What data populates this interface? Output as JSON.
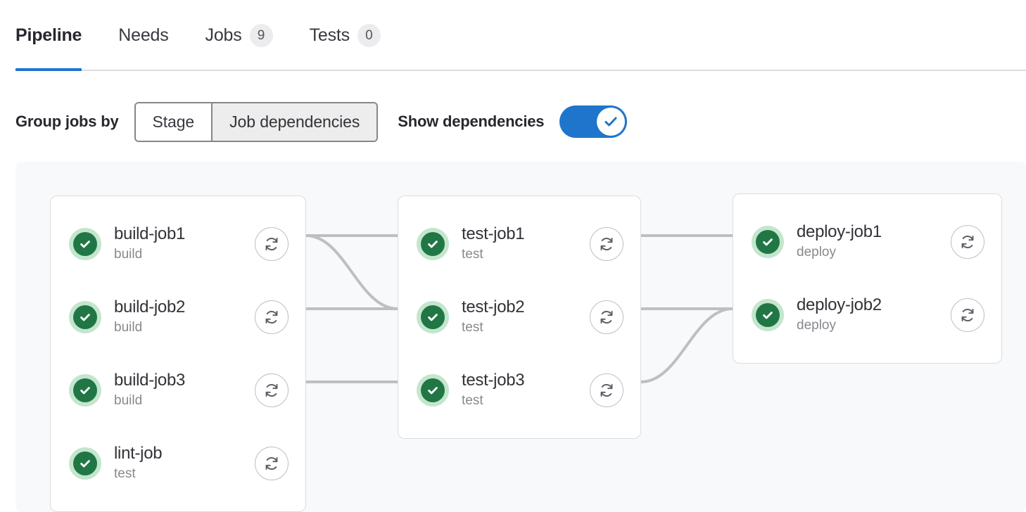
{
  "tabs": [
    {
      "label": "Pipeline",
      "badge": null,
      "active": true
    },
    {
      "label": "Needs",
      "badge": null,
      "active": false
    },
    {
      "label": "Jobs",
      "badge": "9",
      "active": false
    },
    {
      "label": "Tests",
      "badge": "0",
      "active": false
    }
  ],
  "controls": {
    "group_label": "Group jobs by",
    "segments": [
      {
        "label": "Stage",
        "selected": false
      },
      {
        "label": "Job dependencies",
        "selected": true
      }
    ],
    "toggle_label": "Show dependencies",
    "toggle_on": true,
    "toggle_icon": "check-icon"
  },
  "graph": {
    "columns": [
      {
        "name": "build-column",
        "jobs": [
          {
            "name": "build-job1",
            "stage": "build",
            "status": "success",
            "status_icon": "status-success-icon",
            "action_icon": "retry-icon"
          },
          {
            "name": "build-job2",
            "stage": "build",
            "status": "success",
            "status_icon": "status-success-icon",
            "action_icon": "retry-icon"
          },
          {
            "name": "build-job3",
            "stage": "build",
            "status": "success",
            "status_icon": "status-success-icon",
            "action_icon": "retry-icon"
          },
          {
            "name": "lint-job",
            "stage": "test",
            "status": "success",
            "status_icon": "status-success-icon",
            "action_icon": "retry-icon"
          }
        ]
      },
      {
        "name": "test-column",
        "jobs": [
          {
            "name": "test-job1",
            "stage": "test",
            "status": "success",
            "status_icon": "status-success-icon",
            "action_icon": "retry-icon"
          },
          {
            "name": "test-job2",
            "stage": "test",
            "status": "success",
            "status_icon": "status-success-icon",
            "action_icon": "retry-icon"
          },
          {
            "name": "test-job3",
            "stage": "test",
            "status": "success",
            "status_icon": "status-success-icon",
            "action_icon": "retry-icon"
          }
        ]
      },
      {
        "name": "deploy-column",
        "jobs": [
          {
            "name": "deploy-job1",
            "stage": "deploy",
            "status": "success",
            "status_icon": "status-success-icon",
            "action_icon": "retry-icon"
          },
          {
            "name": "deploy-job2",
            "stage": "deploy",
            "status": "success",
            "status_icon": "status-success-icon",
            "action_icon": "retry-icon"
          }
        ]
      }
    ],
    "links": [
      {
        "from": "build-job1",
        "to": "test-job1"
      },
      {
        "from": "build-job1",
        "to": "test-job2"
      },
      {
        "from": "build-job2",
        "to": "test-job2"
      },
      {
        "from": "build-job3",
        "to": "test-job3"
      },
      {
        "from": "test-job1",
        "to": "deploy-job1"
      },
      {
        "from": "test-job2",
        "to": "deploy-job2"
      },
      {
        "from": "test-job3",
        "to": "deploy-job2"
      }
    ]
  },
  "colors": {
    "accent": "#1f75cb",
    "success": "#217645",
    "success_halo": "#c3e6cd",
    "canvas": "#f8f9fb",
    "link": "#bfbfc3",
    "border": "#dcdcde"
  }
}
